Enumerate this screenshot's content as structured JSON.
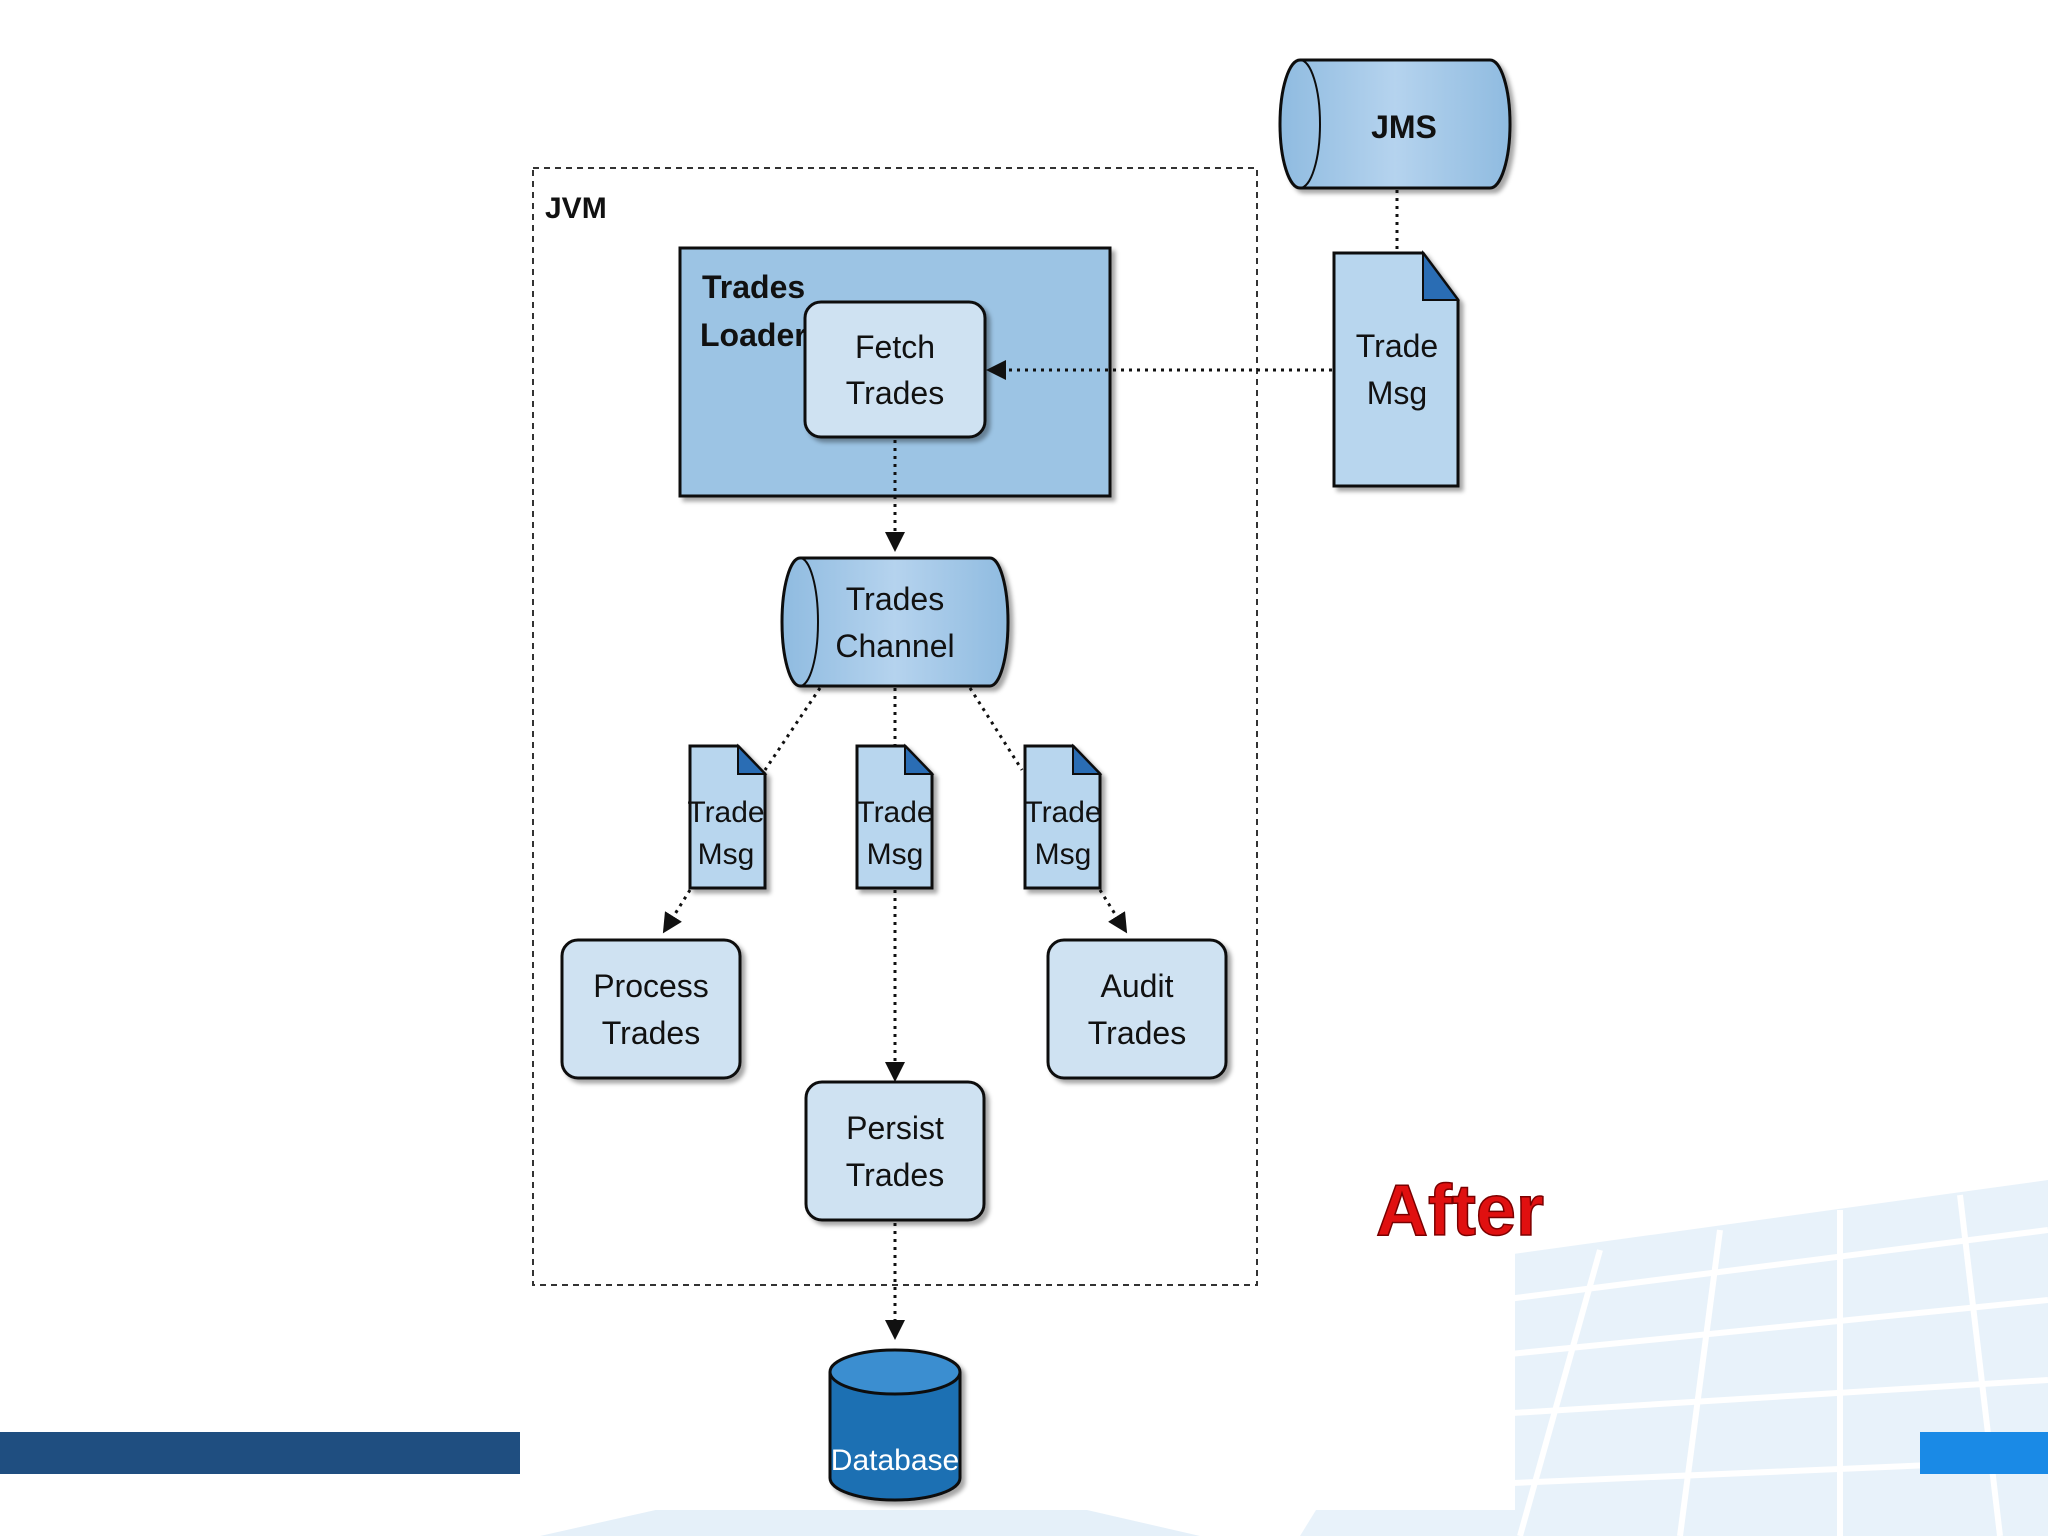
{
  "slide": {
    "caption": "After",
    "caption_color": "#e01010",
    "accent_dark": "#1f4e80",
    "accent_light": "#1a8ae6"
  },
  "diagram": {
    "jvm_label": "JVM",
    "jms": "JMS",
    "trades_loader": {
      "line1": "Trades",
      "line2": "Loader"
    },
    "fetch_trades": {
      "line1": "Fetch",
      "line2": "Trades"
    },
    "trade_msg_in": {
      "line1": "Trade",
      "line2": "Msg"
    },
    "trades_channel": {
      "line1": "Trades",
      "line2": "Channel"
    },
    "msg_left": {
      "line1": "Trade",
      "line2": "Msg"
    },
    "msg_center": {
      "line1": "Trade",
      "line2": "Msg"
    },
    "msg_right": {
      "line1": "Trade",
      "line2": "Msg"
    },
    "process_trades": {
      "line1": "Process",
      "line2": "Trades"
    },
    "audit_trades": {
      "line1": "Audit",
      "line2": "Trades"
    },
    "persist_trades": {
      "line1": "Persist",
      "line2": "Trades"
    },
    "database": "Database",
    "colors": {
      "box_fill": "#9cc4e4",
      "node_fill": "#cfe2f2",
      "doc_fill": "#b8d6ee",
      "doc_corner": "#2a6db4",
      "db_fill": "#1f6fb3"
    }
  }
}
